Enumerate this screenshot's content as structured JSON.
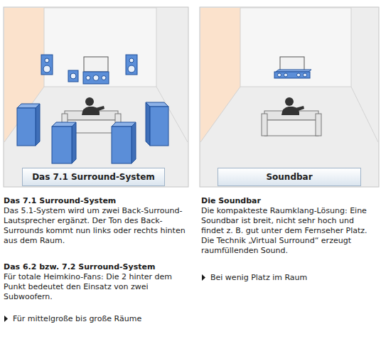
{
  "diagram": {
    "nodes": [
      {
        "text": [
          "Das 7.1 Surround-System"
        ]
      },
      {
        "text": [
          "Soundbar"
        ]
      }
    ],
    "labels": [
      "Das 7.1 Surround-System",
      "Das 5.1-System wird um zwei Back-Surround-Lautsprecher ergänzt. Der Ton des Back-Surrounds kommt nun links oder rechts hinten aus dem Raum.",
      "Das 6.2 bzw. 7.2 Surround-System",
      "Für totale Heimkino-Fans: Die 2 hinter dem Punkt bedeutet den Einsatz von zwei Subwoofern.",
      "Für mittelgroße bis große Räume",
      "Die Soundbar",
      "Die kompakteste Raumklang-Lösung: Eine Soundbar ist breit, nicht sehr hoch und findet z. B. gut unter dem Fernseher Platz. Die Technik „Virtual Surround“ erzeugt raumfüllenden Sound.",
      "Bei wenig Platz im Raum"
    ]
  }
}
